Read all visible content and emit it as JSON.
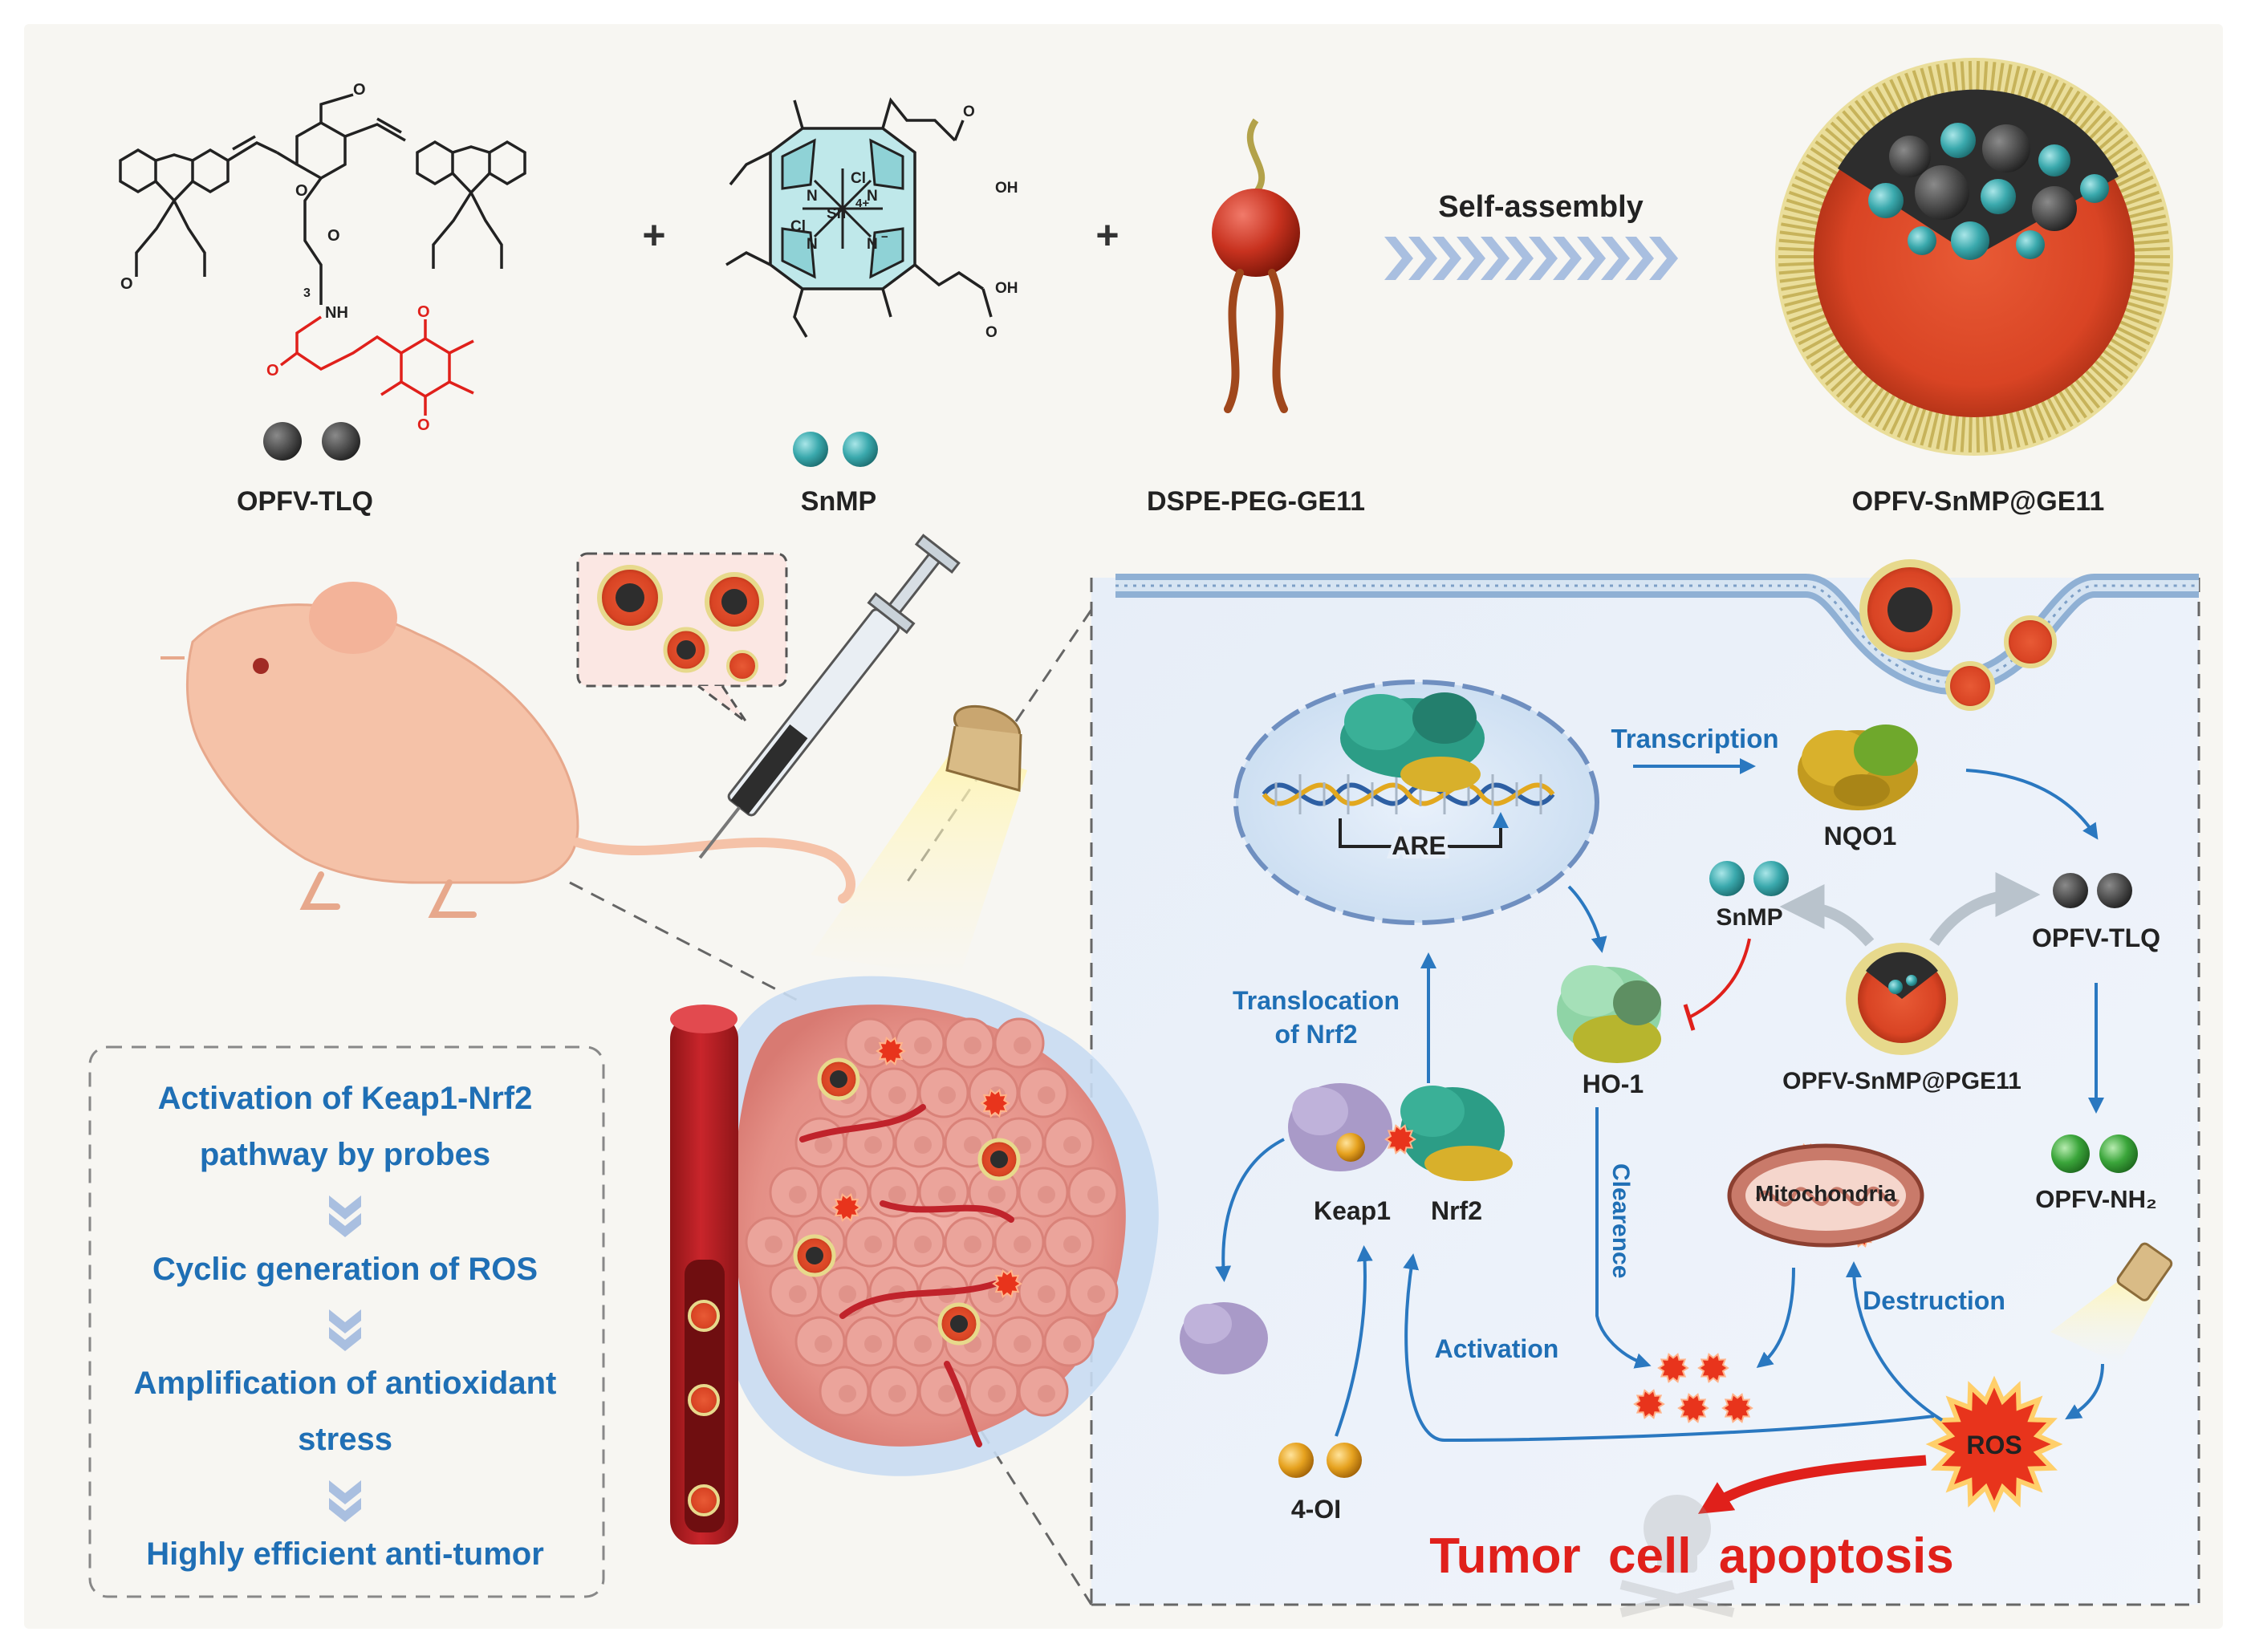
{
  "top": {
    "compound1": "OPFV-TLQ",
    "compound2": "SnMP",
    "compound3": "DSPE-PEG-GE11",
    "product": "OPFV-SnMP@GE11",
    "self_assembly": "Self-assembly",
    "plus": "+",
    "chem": {
      "methoxy": "O",
      "o1": "O",
      "o2": "O",
      "o3": "O",
      "sub3": "3",
      "nh": "NH",
      "ketone1": "O",
      "ketone2": "O",
      "amide_o": "O",
      "cl1": "Cl",
      "cl2": "Cl",
      "sn": "Sn",
      "sn_charge": "4+",
      "n": "N",
      "n_minus": "−",
      "oh": "OH",
      "acid_o": "O"
    }
  },
  "steps": [
    "Activation of Keap1-Nrf2",
    "pathway by probes",
    "Cyclic generation of ROS",
    "Amplification of antioxidant",
    "stress",
    "Highly efficient anti-tumor"
  ],
  "cell": {
    "transcription": "Transcription",
    "nqo1": "NQO1",
    "are": "ARE",
    "snmp": "SnMP",
    "opfv_tlq": "OPFV-TLQ",
    "translocation1": "Translocation",
    "translocation2": "of Nrf2",
    "ho1": "HO-1",
    "probe": "OPFV-SnMP@PGE11",
    "keap1": "Keap1",
    "nrf2": "Nrf2",
    "clearence": "Clearence",
    "mitochondria": "Mitochondria",
    "opfv_nh2": "OPFV-NH₂",
    "destruction": "Destruction",
    "activation": "Activation",
    "ros": "ROS",
    "four_oi": "4-OI",
    "apoptosis": "Tumor  cell  apoptosis"
  },
  "colors": {
    "blue_text": "#1f6fb5",
    "arrow_blue": "#2a78c0",
    "red_text": "#e0201b",
    "dark_sphere": "#4b4b4b",
    "teal_sphere": "#3aa9ad",
    "green_sphere": "#3aa53a",
    "orange_sphere": "#e6a21f",
    "ros_red": "#e8341c",
    "nano_orange": "#e0502c"
  }
}
